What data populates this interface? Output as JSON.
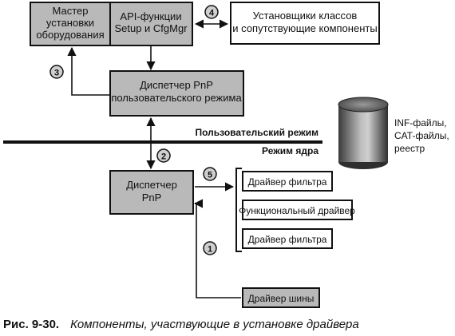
{
  "boxes": {
    "master": [
      "Мастер",
      "установки",
      "оборудования"
    ],
    "api": [
      "API-функции",
      "Setup и CfgMgr"
    ],
    "installers": [
      "Установщики классов",
      "и сопутствующие компоненты"
    ],
    "pnp_user": [
      "Диспетчер PnP",
      "пользовательского режима"
    ],
    "pnp_kernel": [
      "Диспетчер",
      "PnP"
    ],
    "filter_top": "Драйвер фильтра",
    "functional": "Функциональный драйвер",
    "filter_bottom": "Драйвер фильтра",
    "bus": "Драйвер шины"
  },
  "modes": {
    "user": "Пользовательский режим",
    "kernel": "Режим ядра"
  },
  "steps": [
    "1",
    "2",
    "3",
    "4",
    "5"
  ],
  "storage": [
    "INF-файлы,",
    "CAT-файлы,",
    "реестр"
  ],
  "caption": {
    "number": "Рис. 9-30.",
    "text": "Компоненты, участвующие в установке драйвера"
  },
  "colors": {
    "box_fill": "#b9b9b9",
    "line": "#111111",
    "white_box": "#ffffff"
  }
}
